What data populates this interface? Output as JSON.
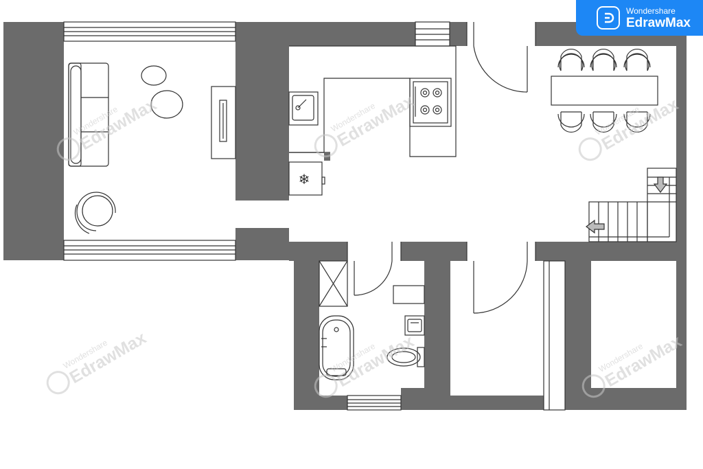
{
  "brand": {
    "company": "Wondershare",
    "product": "EdrawMax",
    "accent_color": "#1d87f5",
    "icon": "edrawmax-logo-icon"
  },
  "plan": {
    "wall_color": "#6b6b6b",
    "line_color": "#333333",
    "rooms": [
      "living-room",
      "kitchen",
      "dining-area",
      "staircase",
      "bathroom",
      "hallway",
      "storage-room"
    ],
    "symbols": [
      "sofa",
      "coffee-table",
      "armchair",
      "tv-unit",
      "kitchen-sink",
      "stove",
      "refrigerator",
      "dining-table",
      "chair",
      "stairs",
      "bathtub",
      "shower",
      "toilet",
      "bathroom-sink",
      "door",
      "window"
    ],
    "refrigerator_glyph": "❄"
  },
  "watermarks": [
    {
      "company": "Wondershare",
      "product": "EdrawMax"
    },
    {
      "company": "Wondershare",
      "product": "EdrawMax"
    },
    {
      "company": "Wondershare",
      "product": "EdrawMax"
    },
    {
      "company": "Wondershare",
      "product": "EdrawMax"
    },
    {
      "company": "Wondershare",
      "product": "EdrawMax"
    },
    {
      "company": "Wondershare",
      "product": "EdrawMax"
    }
  ]
}
